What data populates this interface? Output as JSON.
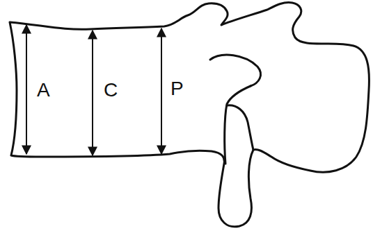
{
  "diagram": {
    "labels": [
      "A",
      "C",
      "P"
    ]
  }
}
